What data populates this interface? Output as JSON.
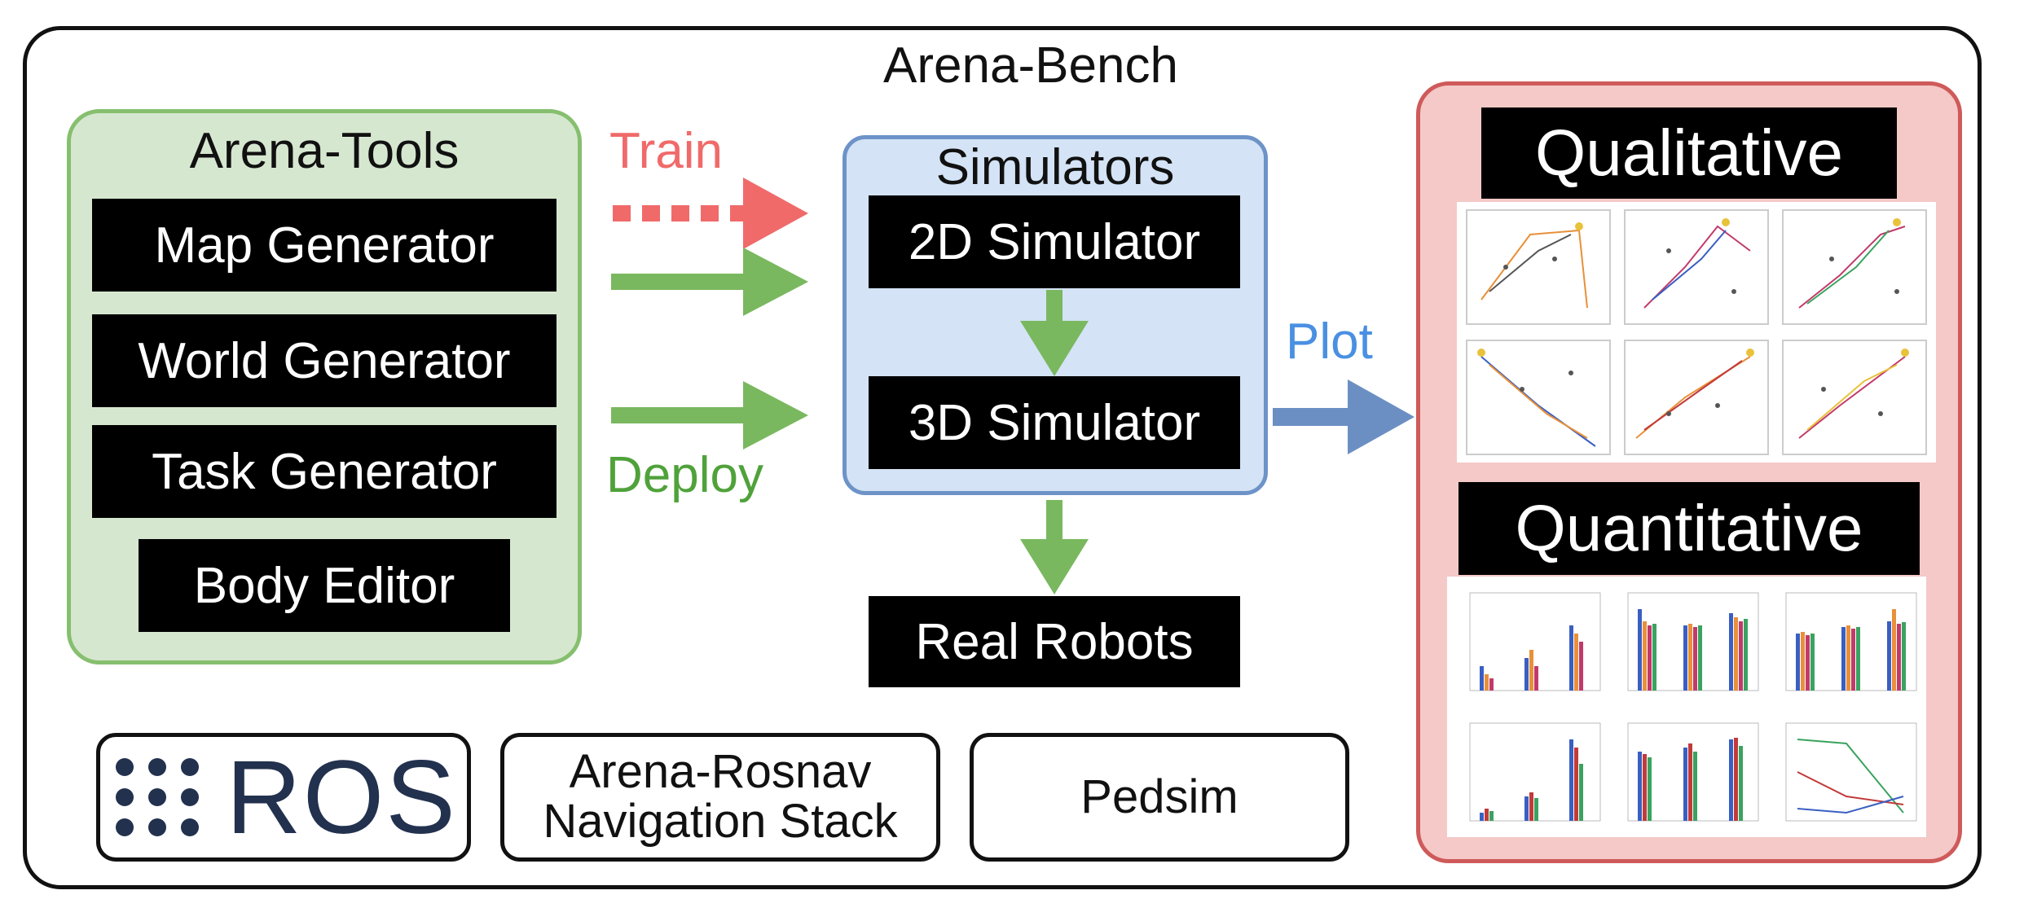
{
  "title": "Arena-Bench",
  "arena_tools": {
    "title": "Arena-Tools",
    "items": [
      "Map Generator",
      "World Generator",
      "Task Generator",
      "Body Editor"
    ]
  },
  "arrows": {
    "train": "Train",
    "deploy": "Deploy",
    "plot": "Plot"
  },
  "simulators": {
    "title": "Simulators",
    "sim2d": "2D Simulator",
    "sim3d": "3D Simulator"
  },
  "real_robots": "Real Robots",
  "results": {
    "qualitative": "Qualitative",
    "quantitative": "Quantitative"
  },
  "bottom": {
    "ros": "ROS",
    "arena_rosnav_line1": "Arena-Rosnav",
    "arena_rosnav_line2": "Navigation Stack",
    "pedsim": "Pedsim"
  },
  "colors": {
    "train": "#f06a6a",
    "deploy": "#7ab85f",
    "plot": "#4a90e2",
    "ros_navy": "#22314e"
  }
}
